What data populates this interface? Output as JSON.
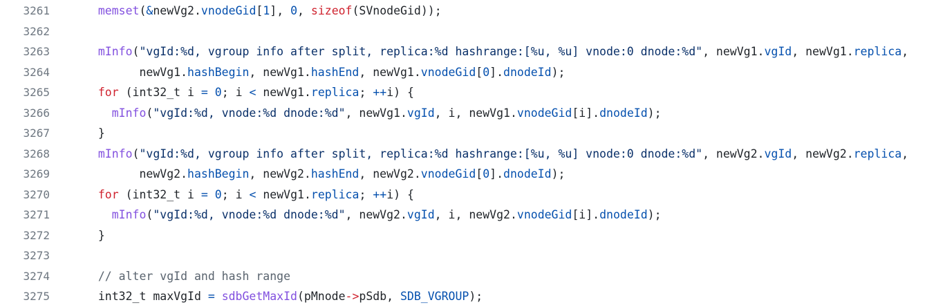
{
  "app": {
    "kind": "code-viewer",
    "language": "c",
    "first_line_number": 3261,
    "last_line_number": 3275
  },
  "palette": {
    "background": "#ffffff",
    "plain_text": "#1f2328",
    "keyword": "#cf222e",
    "constant_operator_property": "#0550ae",
    "function_call": "#8250df",
    "string": "#0a3069",
    "comment": "#59636e",
    "line_number": "#6e7781"
  },
  "code": {
    "lines": [
      {
        "n": "3261",
        "t": [
          [
            "  ",
            "pl"
          ],
          [
            "memset",
            "pu"
          ],
          [
            "(",
            "pl"
          ],
          [
            "&",
            "b"
          ],
          [
            "newVg2.",
            "pl"
          ],
          [
            "vnodeGid",
            "b"
          ],
          [
            "[",
            "pl"
          ],
          [
            "1",
            "b"
          ],
          [
            "], ",
            "pl"
          ],
          [
            "0",
            "b"
          ],
          [
            ", ",
            "pl"
          ],
          [
            "sizeof",
            "r"
          ],
          [
            "(SVnodeGid));",
            "pl"
          ]
        ]
      },
      {
        "n": "3262",
        "t": []
      },
      {
        "n": "3263",
        "t": [
          [
            "  ",
            "pl"
          ],
          [
            "mInfo",
            "pu"
          ],
          [
            "(",
            "pl"
          ],
          [
            "\"vgId:%d, vgroup info after split, replica:%d hashrange:[%u, %u] vnode:0 dnode:%d\"",
            "s"
          ],
          [
            ", newVg1.",
            "pl"
          ],
          [
            "vgId",
            "b"
          ],
          [
            ", newVg1.",
            "pl"
          ],
          [
            "replica",
            "b"
          ],
          [
            ",",
            "pl"
          ]
        ]
      },
      {
        "n": "3264",
        "t": [
          [
            "        newVg1.",
            "pl"
          ],
          [
            "hashBegin",
            "b"
          ],
          [
            ", newVg1.",
            "pl"
          ],
          [
            "hashEnd",
            "b"
          ],
          [
            ", newVg1.",
            "pl"
          ],
          [
            "vnodeGid",
            "b"
          ],
          [
            "[",
            "pl"
          ],
          [
            "0",
            "b"
          ],
          [
            "].",
            "pl"
          ],
          [
            "dnodeId",
            "b"
          ],
          [
            ");",
            "pl"
          ]
        ]
      },
      {
        "n": "3265",
        "t": [
          [
            "  ",
            "pl"
          ],
          [
            "for",
            "r"
          ],
          [
            " (int32_t i ",
            "pl"
          ],
          [
            "=",
            "b"
          ],
          [
            " ",
            "pl"
          ],
          [
            "0",
            "b"
          ],
          [
            "; i ",
            "pl"
          ],
          [
            "<",
            "b"
          ],
          [
            " newVg1.",
            "pl"
          ],
          [
            "replica",
            "b"
          ],
          [
            "; ",
            "pl"
          ],
          [
            "++",
            "b"
          ],
          [
            "i) {",
            "pl"
          ]
        ]
      },
      {
        "n": "3266",
        "t": [
          [
            "    ",
            "pl"
          ],
          [
            "mInfo",
            "pu"
          ],
          [
            "(",
            "pl"
          ],
          [
            "\"vgId:%d, vnode:%d dnode:%d\"",
            "s"
          ],
          [
            ", newVg1.",
            "pl"
          ],
          [
            "vgId",
            "b"
          ],
          [
            ", i, newVg1.",
            "pl"
          ],
          [
            "vnodeGid",
            "b"
          ],
          [
            "[i].",
            "pl"
          ],
          [
            "dnodeId",
            "b"
          ],
          [
            ");",
            "pl"
          ]
        ]
      },
      {
        "n": "3267",
        "t": [
          [
            "  }",
            "pl"
          ]
        ]
      },
      {
        "n": "3268",
        "t": [
          [
            "  ",
            "pl"
          ],
          [
            "mInfo",
            "pu"
          ],
          [
            "(",
            "pl"
          ],
          [
            "\"vgId:%d, vgroup info after split, replica:%d hashrange:[%u, %u] vnode:0 dnode:%d\"",
            "s"
          ],
          [
            ", newVg2.",
            "pl"
          ],
          [
            "vgId",
            "b"
          ],
          [
            ", newVg2.",
            "pl"
          ],
          [
            "replica",
            "b"
          ],
          [
            ",",
            "pl"
          ]
        ]
      },
      {
        "n": "3269",
        "t": [
          [
            "        newVg2.",
            "pl"
          ],
          [
            "hashBegin",
            "b"
          ],
          [
            ", newVg2.",
            "pl"
          ],
          [
            "hashEnd",
            "b"
          ],
          [
            ", newVg2.",
            "pl"
          ],
          [
            "vnodeGid",
            "b"
          ],
          [
            "[",
            "pl"
          ],
          [
            "0",
            "b"
          ],
          [
            "].",
            "pl"
          ],
          [
            "dnodeId",
            "b"
          ],
          [
            ");",
            "pl"
          ]
        ]
      },
      {
        "n": "3270",
        "t": [
          [
            "  ",
            "pl"
          ],
          [
            "for",
            "r"
          ],
          [
            " (int32_t i ",
            "pl"
          ],
          [
            "=",
            "b"
          ],
          [
            " ",
            "pl"
          ],
          [
            "0",
            "b"
          ],
          [
            "; i ",
            "pl"
          ],
          [
            "<",
            "b"
          ],
          [
            " newVg1.",
            "pl"
          ],
          [
            "replica",
            "b"
          ],
          [
            "; ",
            "pl"
          ],
          [
            "++",
            "b"
          ],
          [
            "i) {",
            "pl"
          ]
        ]
      },
      {
        "n": "3271",
        "t": [
          [
            "    ",
            "pl"
          ],
          [
            "mInfo",
            "pu"
          ],
          [
            "(",
            "pl"
          ],
          [
            "\"vgId:%d, vnode:%d dnode:%d\"",
            "s"
          ],
          [
            ", newVg2.",
            "pl"
          ],
          [
            "vgId",
            "b"
          ],
          [
            ", i, newVg2.",
            "pl"
          ],
          [
            "vnodeGid",
            "b"
          ],
          [
            "[i].",
            "pl"
          ],
          [
            "dnodeId",
            "b"
          ],
          [
            ");",
            "pl"
          ]
        ]
      },
      {
        "n": "3272",
        "t": [
          [
            "  }",
            "pl"
          ]
        ]
      },
      {
        "n": "3273",
        "t": []
      },
      {
        "n": "3274",
        "t": [
          [
            "  ",
            "pl"
          ],
          [
            "// alter vgId and hash range",
            "cm"
          ]
        ]
      },
      {
        "n": "3275",
        "t": [
          [
            "  int32_t maxVgId ",
            "pl"
          ],
          [
            "=",
            "b"
          ],
          [
            " ",
            "pl"
          ],
          [
            "sdbGetMaxId",
            "pu"
          ],
          [
            "(pMnode",
            "pl"
          ],
          [
            "->",
            "r"
          ],
          [
            "pSdb, ",
            "pl"
          ],
          [
            "SDB_VGROUP",
            "b"
          ],
          [
            ");",
            "pl"
          ]
        ]
      }
    ]
  }
}
